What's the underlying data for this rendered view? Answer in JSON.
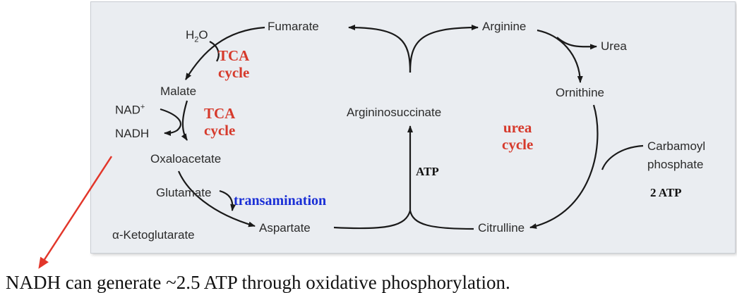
{
  "metabolites": {
    "fumarate": "Fumarate",
    "arginine": "Arginine",
    "urea": "Urea",
    "ornithine": "Ornithine",
    "carbamoyl_line1": "Carbamoyl",
    "carbamoyl_line2": "phosphate",
    "citrulline": "Citrulline",
    "argininosuccinate": "Argininosuccinate",
    "aspartate": "Aspartate",
    "oxaloacetate": "Oxaloacetate",
    "malate": "Malate",
    "nad_plus": "NAD",
    "nad_plus_sup": "+",
    "nadh": "NADH",
    "water": "H",
    "water_sub": "2",
    "water_o": "O",
    "glutamate": "Glutamate",
    "ketoglutarate": "α-Ketoglutarate"
  },
  "annotations": {
    "tca_1_line1": "TCA",
    "tca_1_line2": "cycle",
    "tca_2_line1": "TCA",
    "tca_2_line2": "cycle",
    "urea_cycle_line1": "urea",
    "urea_cycle_line2": "cycle",
    "transamination": "transamination",
    "atp": "ATP",
    "two_atp": "2 ATP"
  },
  "caption": "NADH can generate ~2.5 ATP through oxidative phosphorylation.",
  "colors": {
    "panel_bg": "#eaedf1",
    "arrow": "#1a1a1a",
    "annotation_red": "#d63a2c",
    "annotation_blue": "#1a2fd6",
    "pointer_arrow": "#e2362a"
  }
}
